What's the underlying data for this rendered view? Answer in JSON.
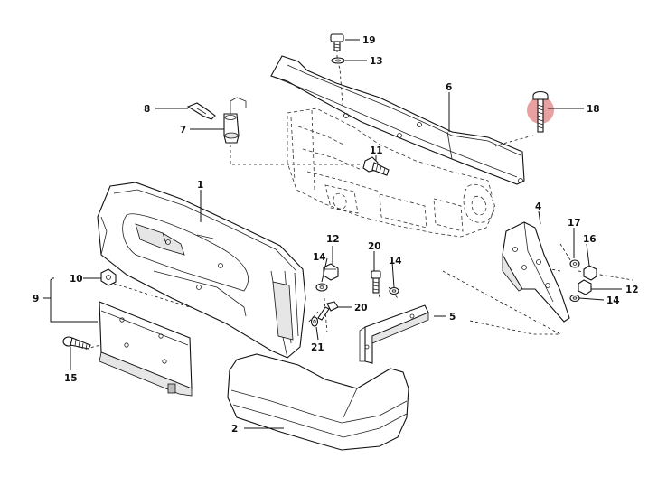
{
  "diagram": {
    "callouts": [
      {
        "id": "1",
        "text": "1"
      },
      {
        "id": "2",
        "text": "2"
      },
      {
        "id": "4",
        "text": "4"
      },
      {
        "id": "5",
        "text": "5"
      },
      {
        "id": "6",
        "text": "6"
      },
      {
        "id": "7",
        "text": "7"
      },
      {
        "id": "8",
        "text": "8"
      },
      {
        "id": "9",
        "text": "9"
      },
      {
        "id": "10",
        "text": "10"
      },
      {
        "id": "11",
        "text": "11"
      },
      {
        "id": "12a",
        "text": "12"
      },
      {
        "id": "12b",
        "text": "12"
      },
      {
        "id": "13",
        "text": "13"
      },
      {
        "id": "14a",
        "text": "14"
      },
      {
        "id": "14b",
        "text": "14"
      },
      {
        "id": "14c",
        "text": "14"
      },
      {
        "id": "15",
        "text": "15"
      },
      {
        "id": "16",
        "text": "16"
      },
      {
        "id": "17",
        "text": "17"
      },
      {
        "id": "18",
        "text": "18"
      },
      {
        "id": "19",
        "text": "19"
      },
      {
        "id": "20a",
        "text": "20"
      },
      {
        "id": "20b",
        "text": "20"
      },
      {
        "id": "21",
        "text": "21"
      }
    ],
    "highlight": {
      "part": "18",
      "color": "#e8a0a0"
    }
  }
}
